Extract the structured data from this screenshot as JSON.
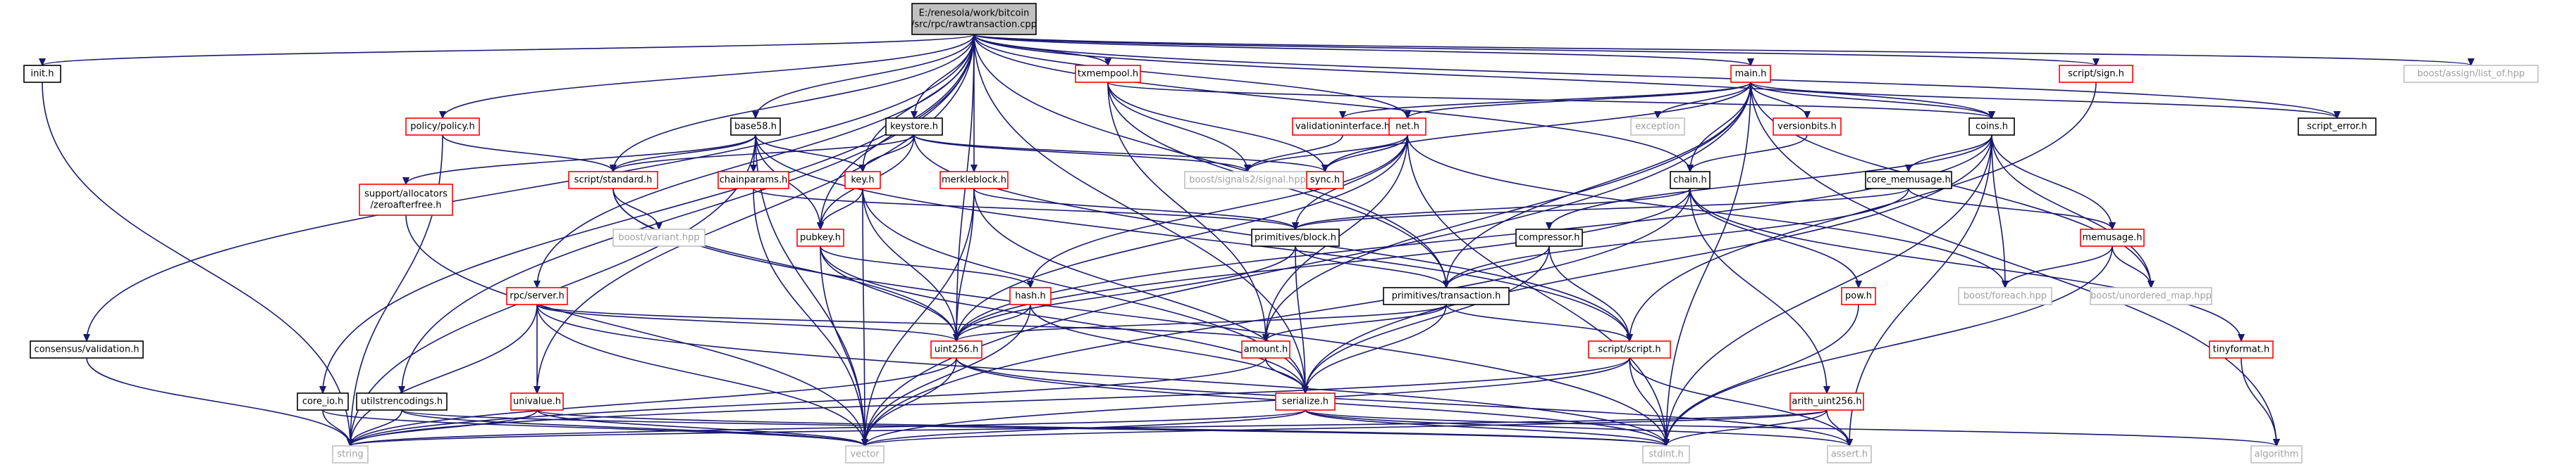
{
  "diagram": {
    "colors": {
      "edge": "#191970",
      "root_fill": "#c0c0c0",
      "root_border": "#000000",
      "file_border": "#000000",
      "red_border": "#ff0000",
      "external_border": "#bfbfbf",
      "external_text": "#a0a0a0"
    },
    "nodes": [
      {
        "id": "root",
        "label": "E:/renesola/work/bitcoin\n/src/rpc/rawtransaction.cpp",
        "style": "root"
      },
      {
        "id": "init",
        "label": "init.h",
        "style": "black"
      },
      {
        "id": "consensus",
        "label": "consensus/validation.h",
        "style": "black"
      },
      {
        "id": "policy",
        "label": "policy/policy.h",
        "style": "red"
      },
      {
        "id": "coreio",
        "label": "core_io.h",
        "style": "black"
      },
      {
        "id": "base58",
        "label": "base58.h",
        "style": "black"
      },
      {
        "id": "support",
        "label": "support/allocators\n/zeroafterfree.h",
        "style": "red"
      },
      {
        "id": "rpcserver",
        "label": "rpc/server.h",
        "style": "red"
      },
      {
        "id": "utilstr",
        "label": "utilstrencodings.h",
        "style": "black"
      },
      {
        "id": "univalue",
        "label": "univalue.h",
        "style": "red"
      },
      {
        "id": "string",
        "label": "string",
        "style": "gray"
      },
      {
        "id": "vector",
        "label": "vector",
        "style": "gray"
      },
      {
        "id": "scriptstd",
        "label": "script/standard.h",
        "style": "red"
      },
      {
        "id": "chainparams",
        "label": "chainparams.h",
        "style": "red"
      },
      {
        "id": "keyh",
        "label": "key.h",
        "style": "red"
      },
      {
        "id": "pubkey",
        "label": "pubkey.h",
        "style": "red"
      },
      {
        "id": "keystore",
        "label": "keystore.h",
        "style": "black"
      },
      {
        "id": "variant",
        "label": "boost/variant.hpp",
        "style": "gray"
      },
      {
        "id": "merkle",
        "label": "merkleblock.h",
        "style": "red"
      },
      {
        "id": "hash",
        "label": "hash.h",
        "style": "red"
      },
      {
        "id": "uint256",
        "label": "uint256.h",
        "style": "red"
      },
      {
        "id": "txmempool",
        "label": "txmempool.h",
        "style": "red"
      },
      {
        "id": "signal",
        "label": "boost/signals2/signal.hpp",
        "style": "gray"
      },
      {
        "id": "valint",
        "label": "validationinterface.h",
        "style": "red"
      },
      {
        "id": "neth",
        "label": "net.h",
        "style": "red"
      },
      {
        "id": "synch",
        "label": "sync.h",
        "style": "red"
      },
      {
        "id": "primblock",
        "label": "primitives/block.h",
        "style": "black"
      },
      {
        "id": "primtx",
        "label": "primitives/transaction.h",
        "style": "black"
      },
      {
        "id": "amount",
        "label": "amount.h",
        "style": "red"
      },
      {
        "id": "serialize",
        "label": "serialize.h",
        "style": "red"
      },
      {
        "id": "mainh",
        "label": "main.h",
        "style": "red"
      },
      {
        "id": "exception",
        "label": "exception",
        "style": "gray"
      },
      {
        "id": "versionbits",
        "label": "versionbits.h",
        "style": "red"
      },
      {
        "id": "chainh",
        "label": "chain.h",
        "style": "black"
      },
      {
        "id": "compressor",
        "label": "compressor.h",
        "style": "black"
      },
      {
        "id": "scriptscript",
        "label": "script/script.h",
        "style": "red"
      },
      {
        "id": "coins",
        "label": "coins.h",
        "style": "black"
      },
      {
        "id": "corememusage",
        "label": "core_memusage.h",
        "style": "black"
      },
      {
        "id": "memusage",
        "label": "memusage.h",
        "style": "red"
      },
      {
        "id": "foreach",
        "label": "boost/foreach.hpp",
        "style": "gray"
      },
      {
        "id": "unordered",
        "label": "boost/unordered_map.hpp",
        "style": "gray"
      },
      {
        "id": "powh",
        "label": "pow.h",
        "style": "red"
      },
      {
        "id": "arith",
        "label": "arith_uint256.h",
        "style": "red"
      },
      {
        "id": "stdint",
        "label": "stdint.h",
        "style": "gray"
      },
      {
        "id": "asserth",
        "label": "assert.h",
        "style": "gray"
      },
      {
        "id": "algorithm",
        "label": "algorithm",
        "style": "gray"
      },
      {
        "id": "tinyformat",
        "label": "tinyformat.h",
        "style": "red"
      },
      {
        "id": "scriptsign",
        "label": "script/sign.h",
        "style": "red"
      },
      {
        "id": "scripterror",
        "label": "script_error.h",
        "style": "black"
      },
      {
        "id": "listof",
        "label": "boost/assign/list_of.hpp",
        "style": "gray"
      }
    ],
    "edges": [
      [
        "root",
        "init"
      ],
      [
        "root",
        "consensus"
      ],
      [
        "root",
        "policy"
      ],
      [
        "root",
        "coreio"
      ],
      [
        "root",
        "base58"
      ],
      [
        "root",
        "rpcserver"
      ],
      [
        "root",
        "utilstr"
      ],
      [
        "root",
        "univalue"
      ],
      [
        "root",
        "keystore"
      ],
      [
        "root",
        "merkle"
      ],
      [
        "root",
        "txmempool"
      ],
      [
        "root",
        "neth"
      ],
      [
        "root",
        "mainh"
      ],
      [
        "root",
        "primtx"
      ],
      [
        "root",
        "chainh"
      ],
      [
        "root",
        "coins"
      ],
      [
        "root",
        "scriptsign"
      ],
      [
        "root",
        "scripterror"
      ],
      [
        "root",
        "listof"
      ],
      [
        "root",
        "scriptstd"
      ],
      [
        "root",
        "uint256"
      ],
      [
        "root",
        "keyh"
      ],
      [
        "root",
        "pubkey"
      ],
      [
        "root",
        "serialize"
      ],
      [
        "init",
        "string"
      ],
      [
        "consensus",
        "string"
      ],
      [
        "policy",
        "scriptstd"
      ],
      [
        "policy",
        "string"
      ],
      [
        "coreio",
        "string"
      ],
      [
        "coreio",
        "vector"
      ],
      [
        "base58",
        "scriptstd"
      ],
      [
        "base58",
        "chainparams"
      ],
      [
        "base58",
        "keyh"
      ],
      [
        "base58",
        "pubkey"
      ],
      [
        "base58",
        "support"
      ],
      [
        "base58",
        "string"
      ],
      [
        "base58",
        "vector"
      ],
      [
        "base58",
        "scriptscript"
      ],
      [
        "support",
        "vector"
      ],
      [
        "rpcserver",
        "univalue"
      ],
      [
        "rpcserver",
        "uint256"
      ],
      [
        "rpcserver",
        "amount"
      ],
      [
        "rpcserver",
        "string"
      ],
      [
        "rpcserver",
        "vector"
      ],
      [
        "rpcserver",
        "stdint"
      ],
      [
        "utilstr",
        "string"
      ],
      [
        "utilstr",
        "vector"
      ],
      [
        "utilstr",
        "stdint"
      ],
      [
        "univalue",
        "string"
      ],
      [
        "univalue",
        "vector"
      ],
      [
        "univalue",
        "stdint"
      ],
      [
        "scriptstd",
        "variant"
      ],
      [
        "scriptstd",
        "uint256"
      ],
      [
        "scriptstd",
        "stdint"
      ],
      [
        "chainparams",
        "vector"
      ],
      [
        "chainparams",
        "primblock"
      ],
      [
        "keyh",
        "pubkey"
      ],
      [
        "keyh",
        "uint256"
      ],
      [
        "keyh",
        "serialize"
      ],
      [
        "keyh",
        "vector"
      ],
      [
        "pubkey",
        "hash"
      ],
      [
        "pubkey",
        "uint256"
      ],
      [
        "pubkey",
        "serialize"
      ],
      [
        "pubkey",
        "vector"
      ],
      [
        "keystore",
        "keyh"
      ],
      [
        "keystore",
        "pubkey"
      ],
      [
        "keystore",
        "scriptstd"
      ],
      [
        "keystore",
        "synch"
      ],
      [
        "keystore",
        "signal"
      ],
      [
        "keystore",
        "scriptscript"
      ],
      [
        "merkle",
        "uint256"
      ],
      [
        "merkle",
        "serialize"
      ],
      [
        "merkle",
        "vector"
      ],
      [
        "merkle",
        "primblock"
      ],
      [
        "hash",
        "uint256"
      ],
      [
        "hash",
        "serialize"
      ],
      [
        "hash",
        "vector"
      ],
      [
        "uint256",
        "string"
      ],
      [
        "uint256",
        "vector"
      ],
      [
        "uint256",
        "asserth"
      ],
      [
        "uint256",
        "stdint"
      ],
      [
        "txmempool",
        "amount"
      ],
      [
        "txmempool",
        "primtx"
      ],
      [
        "txmempool",
        "synch"
      ],
      [
        "txmempool",
        "signal"
      ],
      [
        "txmempool",
        "coins"
      ],
      [
        "valint",
        "signal"
      ],
      [
        "neth",
        "synch"
      ],
      [
        "neth",
        "hash"
      ],
      [
        "neth",
        "uint256"
      ],
      [
        "neth",
        "amount"
      ],
      [
        "neth",
        "primblock"
      ],
      [
        "neth",
        "foreach"
      ],
      [
        "neth",
        "signal"
      ],
      [
        "neth",
        "stdint"
      ],
      [
        "primblock",
        "primtx"
      ],
      [
        "primblock",
        "serialize"
      ],
      [
        "primblock",
        "uint256"
      ],
      [
        "primtx",
        "amount"
      ],
      [
        "primtx",
        "scriptscript"
      ],
      [
        "primtx",
        "serialize"
      ],
      [
        "primtx",
        "uint256"
      ],
      [
        "amount",
        "serialize"
      ],
      [
        "amount",
        "string"
      ],
      [
        "serialize",
        "vector"
      ],
      [
        "serialize",
        "stdint"
      ],
      [
        "serialize",
        "asserth"
      ],
      [
        "serialize",
        "algorithm"
      ],
      [
        "serialize",
        "string"
      ],
      [
        "mainh",
        "valint"
      ],
      [
        "mainh",
        "neth"
      ],
      [
        "mainh",
        "exception"
      ],
      [
        "mainh",
        "versionbits"
      ],
      [
        "mainh",
        "chainh"
      ],
      [
        "mainh",
        "coins"
      ],
      [
        "mainh",
        "synch"
      ],
      [
        "mainh",
        "scripterror"
      ],
      [
        "mainh",
        "amount"
      ],
      [
        "mainh",
        "primtx"
      ],
      [
        "mainh",
        "vector"
      ],
      [
        "mainh",
        "stdint"
      ],
      [
        "mainh",
        "algorithm"
      ],
      [
        "mainh",
        "unordered"
      ],
      [
        "versionbits",
        "chainh"
      ],
      [
        "chainh",
        "primblock"
      ],
      [
        "chainh",
        "arith"
      ],
      [
        "chainh",
        "powh"
      ],
      [
        "chainh",
        "tinyformat"
      ],
      [
        "chainh",
        "uint256"
      ],
      [
        "chainh",
        "vector"
      ],
      [
        "compressor",
        "primtx"
      ],
      [
        "compressor",
        "scriptscript"
      ],
      [
        "compressor",
        "serialize"
      ],
      [
        "scriptscript",
        "vector"
      ],
      [
        "scriptscript",
        "stdint"
      ],
      [
        "scriptscript",
        "string"
      ],
      [
        "scriptscript",
        "asserth"
      ],
      [
        "coins",
        "compressor"
      ],
      [
        "coins",
        "corememusage"
      ],
      [
        "coins",
        "memusage"
      ],
      [
        "coins",
        "foreach"
      ],
      [
        "coins",
        "unordered"
      ],
      [
        "coins",
        "asserth"
      ],
      [
        "coins",
        "stdint"
      ],
      [
        "coins",
        "serialize"
      ],
      [
        "coins",
        "uint256"
      ],
      [
        "corememusage",
        "primblock"
      ],
      [
        "corememusage",
        "primtx"
      ],
      [
        "corememusage",
        "memusage"
      ],
      [
        "memusage",
        "foreach"
      ],
      [
        "memusage",
        "unordered"
      ],
      [
        "memusage",
        "stdint"
      ],
      [
        "powh",
        "stdint"
      ],
      [
        "arith",
        "stdint"
      ],
      [
        "arith",
        "asserth"
      ],
      [
        "arith",
        "string"
      ],
      [
        "arith",
        "vector"
      ],
      [
        "tinyformat",
        "algorithm"
      ],
      [
        "scriptsign",
        "scriptscript"
      ]
    ]
  }
}
